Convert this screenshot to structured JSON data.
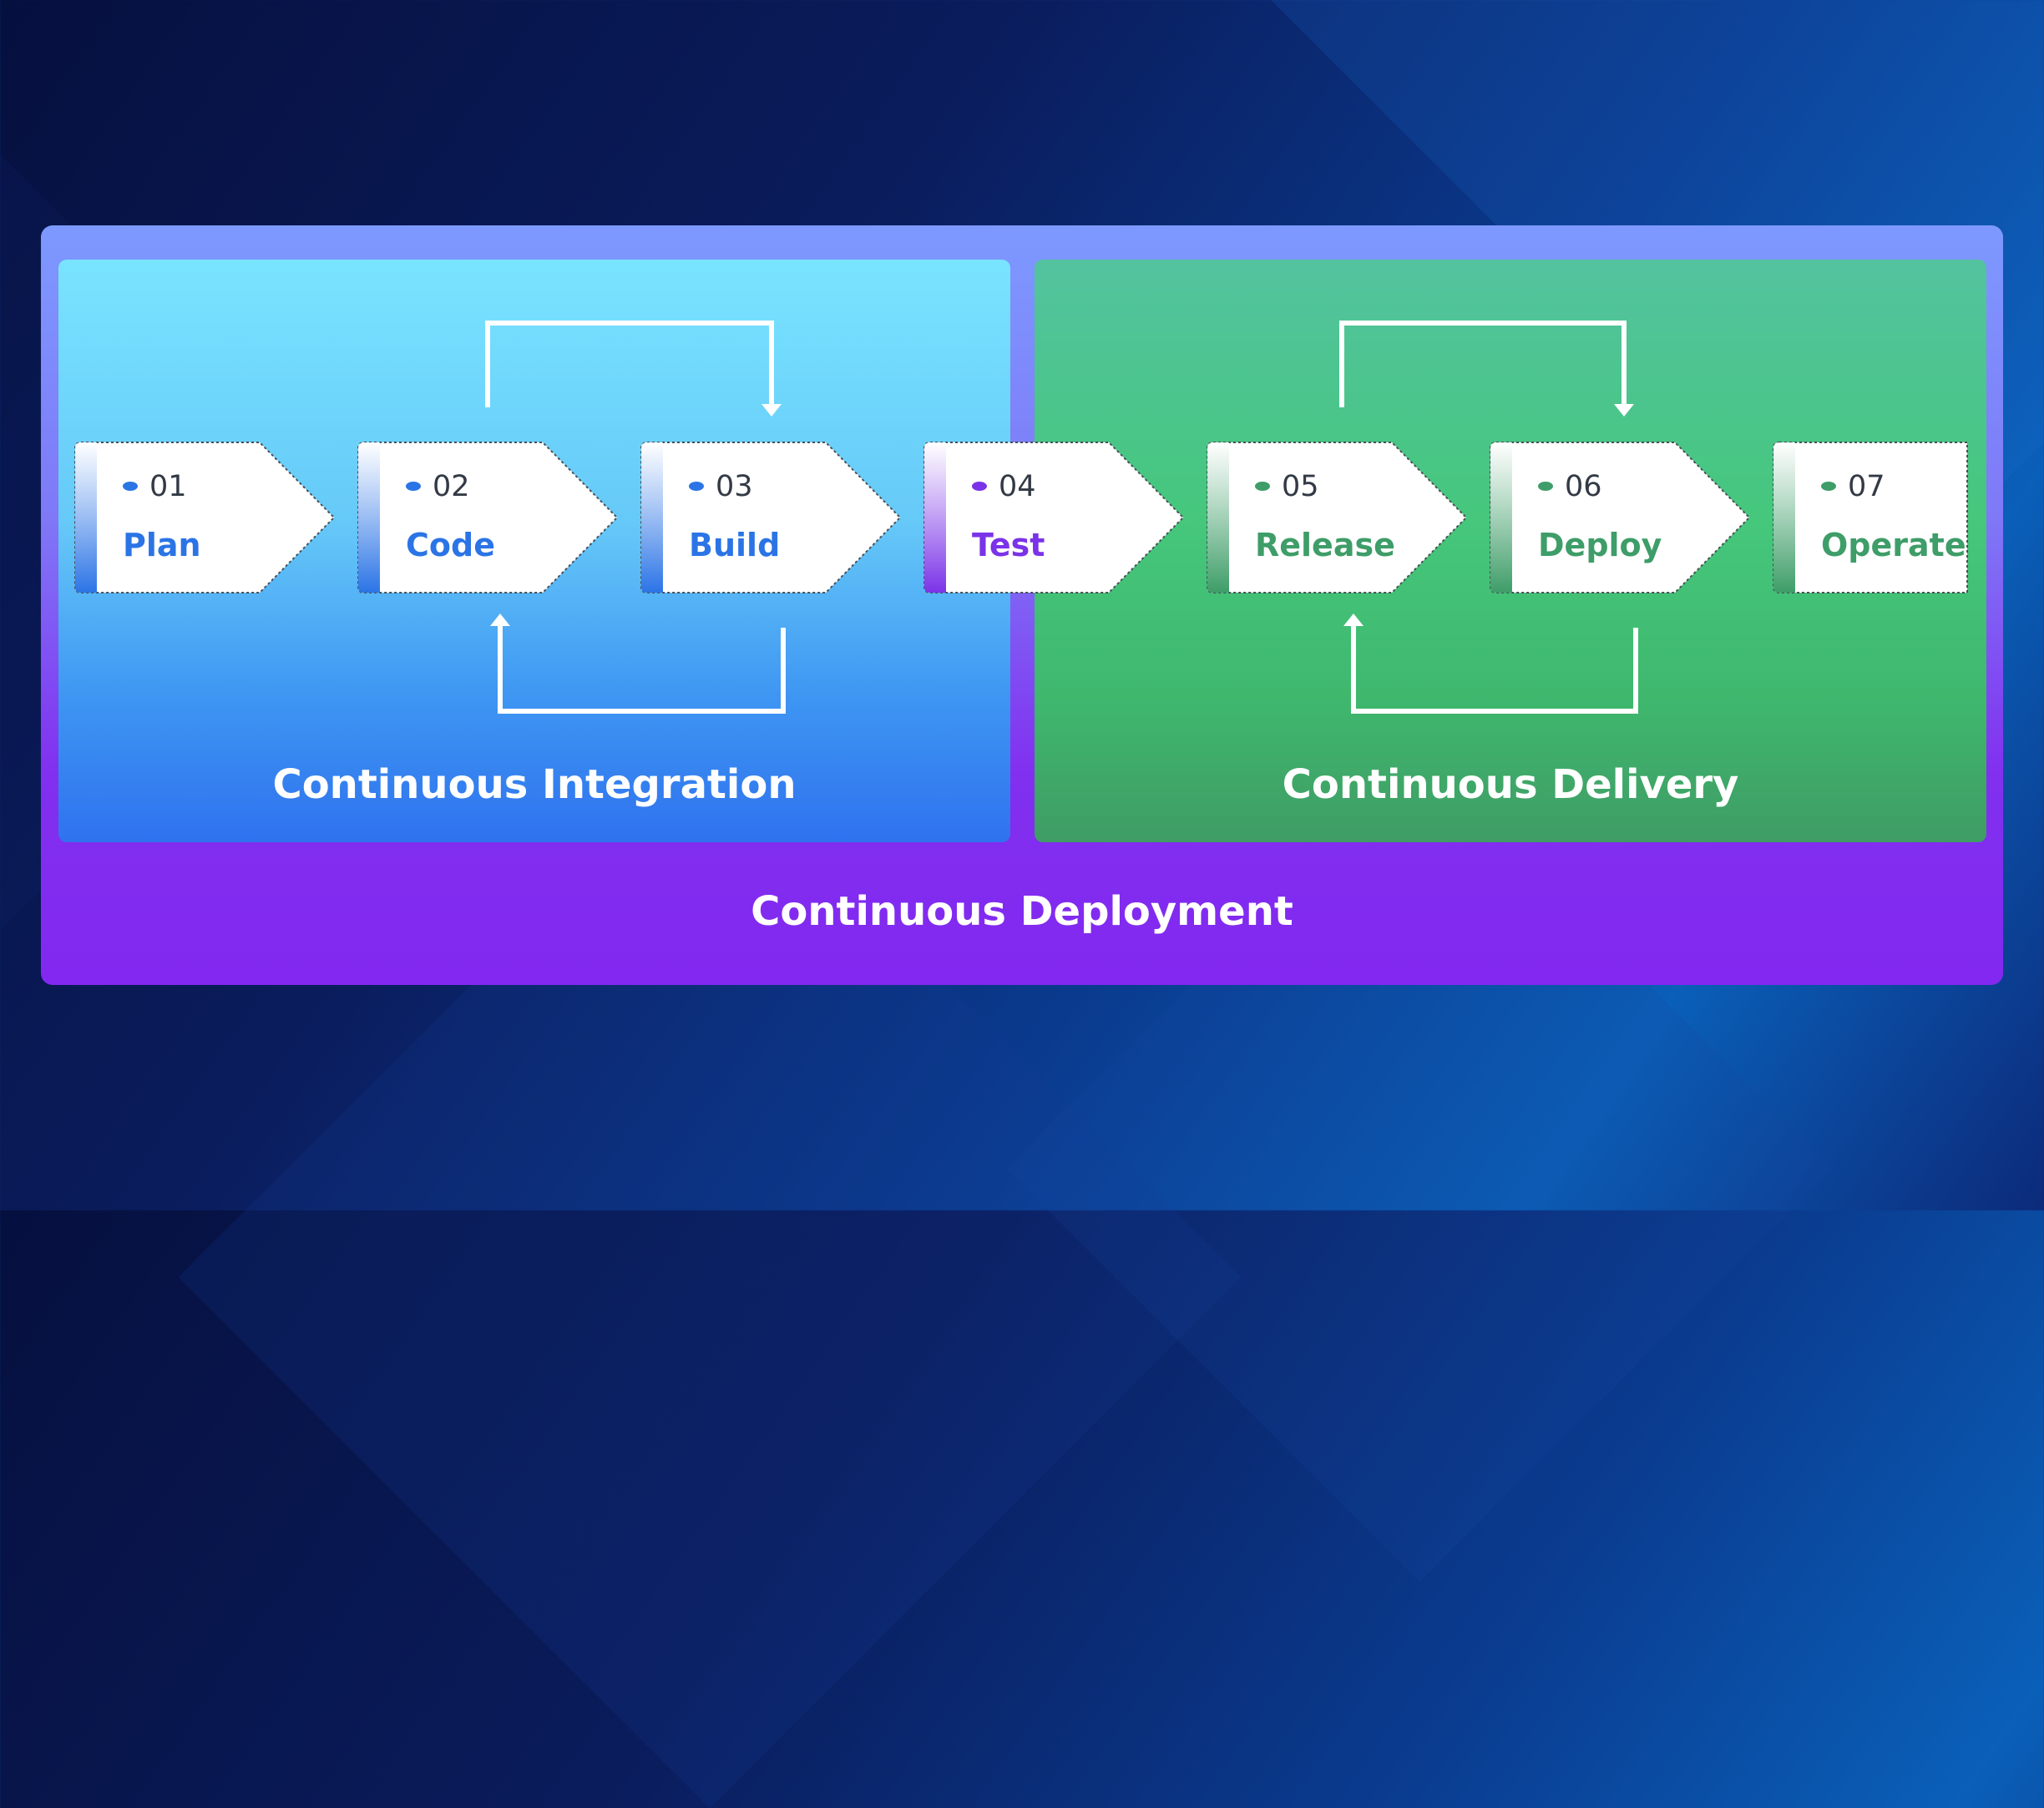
{
  "labels": {
    "ci": "Continuous Integration",
    "cd": "Continuous Delivery",
    "deploy": "Continuous Deployment"
  },
  "colors": {
    "blue": "#2b74e6",
    "purple": "#7b33e8",
    "green": "#3e9d68",
    "white": "#ffffff"
  },
  "stages": [
    {
      "num": "01",
      "name": "Plan",
      "color": "#2b74e6"
    },
    {
      "num": "02",
      "name": "Code",
      "color": "#2b74e6"
    },
    {
      "num": "03",
      "name": "Build",
      "color": "#2b74e6"
    },
    {
      "num": "04",
      "name": "Test",
      "color": "#7b33e8"
    },
    {
      "num": "05",
      "name": "Release",
      "color": "#3e9d68"
    },
    {
      "num": "06",
      "name": "Deploy",
      "color": "#3e9d68"
    },
    {
      "num": "07",
      "name": "Operate",
      "color": "#3e9d68"
    }
  ]
}
